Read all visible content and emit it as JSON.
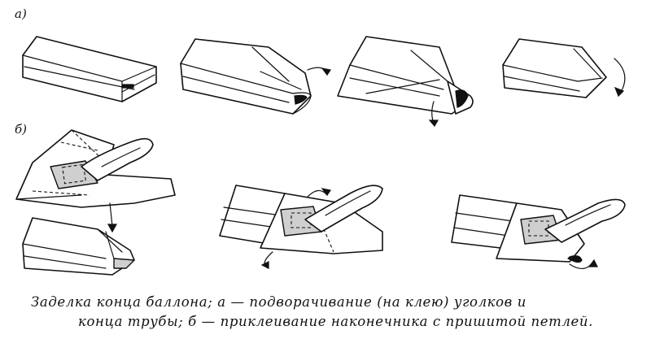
{
  "labels": {
    "part_a": "а)",
    "part_b": "б)"
  },
  "caption": {
    "line1": "Заделка конца баллона; а — подворачивание (на клею) уголков и",
    "line2": "конца трубы; б — приклеивание наконечника с пришитой петлей."
  }
}
